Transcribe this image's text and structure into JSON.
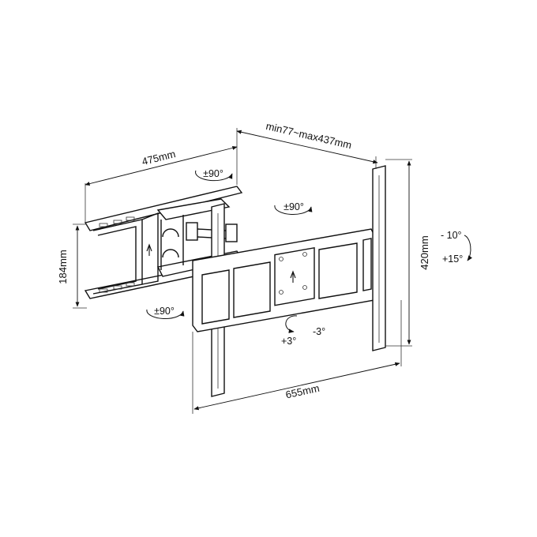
{
  "dimensions": {
    "arm_length": "475mm",
    "depth_range": "min77~max437mm",
    "height": "420mm",
    "width": "655mm",
    "bracket_height": "184mm"
  },
  "rotations": {
    "swivel_top": "±90°",
    "swivel_center": "±90°",
    "swivel_bottom": "±90°",
    "tilt_up": "- 10°",
    "tilt_down": "+15°",
    "level_plus": "+3°",
    "level_minus": "-3°"
  },
  "colors": {
    "line": "#111111",
    "background": "#ffffff"
  }
}
